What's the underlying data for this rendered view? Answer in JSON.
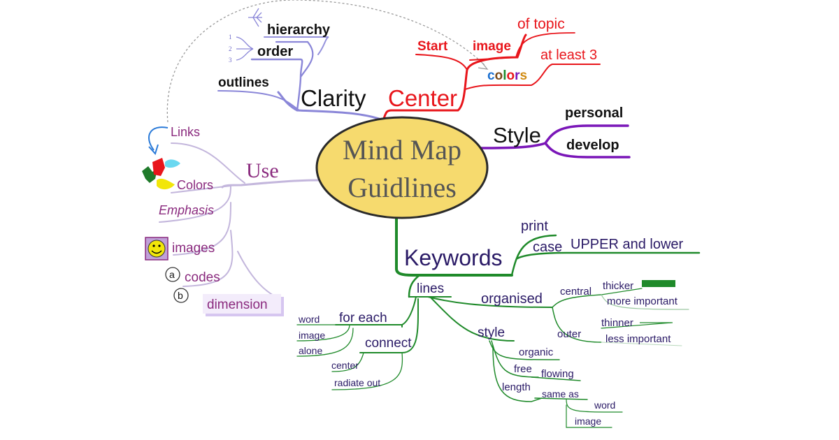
{
  "colors": {
    "clarity": "#8a86d8",
    "center": "#e8151b",
    "style": "#7a16b8",
    "keywords": "#1f8a2a",
    "use": "#c3b6dc",
    "use_text": "#8a2a7e",
    "central_fill": "#f6da6e",
    "central_stroke": "#2a2a2a",
    "keywords_text": "#2a1a66",
    "dashed": "#9a9a9a"
  },
  "icons": [
    "tree-branch-icon",
    "numbered-branch-icon",
    "curved-arrow-icon",
    "color-splash-icon",
    "smiley-face-icon",
    "circled-a-icon",
    "circled-b-icon",
    "thick-line-icon"
  ],
  "central": {
    "line1": "Mind Map",
    "line2": "Guidlines"
  },
  "clarity": {
    "title": "Clarity",
    "hierarchy": "hierarchy",
    "order": "order",
    "outlines": "outlines",
    "num1": "1",
    "num2": "2",
    "num3": "3"
  },
  "center": {
    "title": "Center",
    "start": "Start",
    "image": "image",
    "of_topic": "of topic",
    "at_least_3": "at least 3",
    "colors": "colors"
  },
  "style": {
    "title": "Style",
    "personal": "personal",
    "develop": "develop"
  },
  "use": {
    "title": "Use",
    "links": "Links",
    "colors": "Colors",
    "emphasis": "Emphasis",
    "images": "images",
    "codes": "codes",
    "dimension": "dimension",
    "code_a": "a",
    "code_b": "b"
  },
  "keywords": {
    "title": "Keywords",
    "print": "print",
    "case": "case",
    "upper_lower": "UPPER and lower",
    "lines": "lines",
    "organised": "organised",
    "central": "central",
    "thicker": "thicker",
    "more_important": "more important",
    "outer": "outer",
    "thinner": "thinner",
    "less_important": "less important",
    "style": "style",
    "organic": "organic",
    "free": "free",
    "flowing": "flowing",
    "length": "length",
    "same_as": "same as",
    "word_sub": "word",
    "image_sub": "image",
    "for_each": "for each",
    "word": "word",
    "image": "image",
    "alone": "alone",
    "connect": "connect",
    "center": "center",
    "radiate_out": "radiate out"
  }
}
